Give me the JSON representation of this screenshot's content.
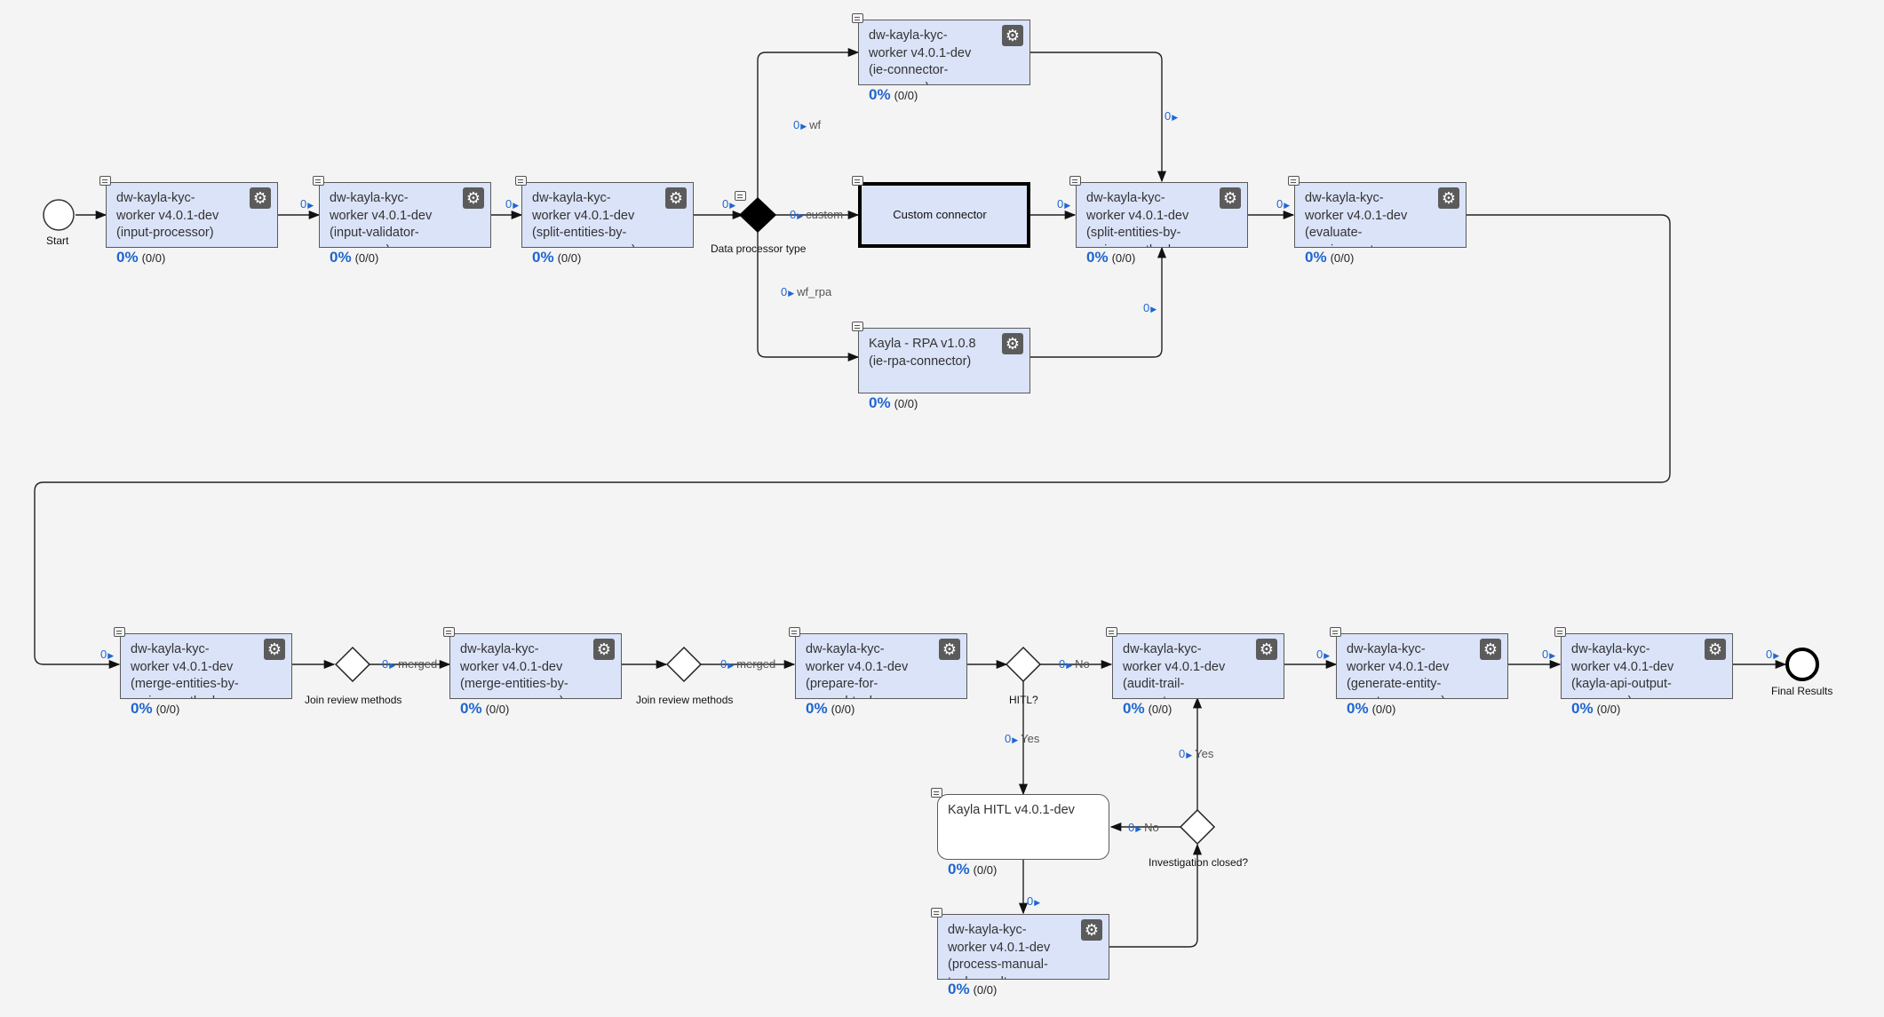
{
  "nodes": [
    {
      "id": "n1",
      "label": "dw-kayla-kyc-worker v4.0.1-dev (input-processor)",
      "pct": "0%",
      "count": "(0/0)",
      "gear": true
    },
    {
      "id": "n2",
      "label": "dw-kayla-kyc-worker v4.0.1-dev (input-validator-processor)",
      "pct": "0%",
      "count": "(0/0)",
      "gear": true
    },
    {
      "id": "n3",
      "label": "dw-kayla-kyc-worker v4.0.1-dev (split-entities-by-source-processor)",
      "pct": "0%",
      "count": "(0/0)",
      "gear": true
    },
    {
      "id": "n4",
      "label": "dw-kayla-kyc-worker v4.0.1-dev (ie-connector-processor)",
      "pct": "0%",
      "count": "(0/0)",
      "gear": true
    },
    {
      "id": "n5",
      "label": "Custom connector",
      "pct": "",
      "count": "",
      "gear": false
    },
    {
      "id": "n6",
      "label": "Kayla - RPA v1.0.8 (ie-rpa-connector)",
      "pct": "0%",
      "count": "(0/0)",
      "gear": true
    },
    {
      "id": "n7",
      "label": "dw-kayla-kyc-worker v4.0.1-dev (split-entities-by-review-method-processor)",
      "pct": "0%",
      "count": "(0/0)",
      "gear": true
    },
    {
      "id": "n8",
      "label": "dw-kayla-kyc-worker v4.0.1-dev (evaluate-requirements-processor)",
      "pct": "0%",
      "count": "(0/0)",
      "gear": true
    },
    {
      "id": "n9",
      "label": "dw-kayla-kyc-worker v4.0.1-dev (merge-entities-by-review-method-processor)",
      "pct": "0%",
      "count": "(0/0)",
      "gear": true
    },
    {
      "id": "n10",
      "label": "dw-kayla-kyc-worker v4.0.1-dev (merge-entities-by-source-processor)",
      "pct": "0%",
      "count": "(0/0)",
      "gear": true
    },
    {
      "id": "n11",
      "label": "dw-kayla-kyc-worker v4.0.1-dev (prepare-for-manual-task-processor)",
      "pct": "0%",
      "count": "(0/0)",
      "gear": true
    },
    {
      "id": "n12",
      "label": "dw-kayla-kyc-worker v4.0.1-dev (audit-trail-generator-processor)",
      "pct": "0%",
      "count": "(0/0)",
      "gear": true
    },
    {
      "id": "n13",
      "label": "dw-kayla-kyc-worker v4.0.1-dev (generate-entity-report-processor)",
      "pct": "0%",
      "count": "(0/0)",
      "gear": true
    },
    {
      "id": "n14",
      "label": "dw-kayla-kyc-worker v4.0.1-dev (kayla-api-output-processor)",
      "pct": "0%",
      "count": "(0/0)",
      "gear": true
    },
    {
      "id": "n15",
      "label": "Kayla HITL v4.0.1-dev",
      "pct": "0%",
      "count": "(0/0)",
      "gear": false
    },
    {
      "id": "n16",
      "label": "dw-kayla-kyc-worker v4.0.1-dev (process-manual-task-result-processor)",
      "pct": "0%",
      "count": "(0/0)",
      "gear": true
    }
  ],
  "events": [
    {
      "id": "start",
      "label": "Start"
    },
    {
      "id": "end",
      "label": "Final Results"
    }
  ],
  "gateways": [
    {
      "id": "g1",
      "label": "Data processor type",
      "filled": true
    },
    {
      "id": "g2",
      "label": "Join review methods",
      "filled": false
    },
    {
      "id": "g3",
      "label": "Join review methods",
      "filled": false
    },
    {
      "id": "g4",
      "label": "HITL?",
      "filled": false
    },
    {
      "id": "g5",
      "label": "Investigation closed?",
      "filled": false
    }
  ],
  "edge_labels": [
    {
      "id": "e-n1-n2",
      "count": "0",
      "text": ""
    },
    {
      "id": "e-n2-n3",
      "count": "0",
      "text": ""
    },
    {
      "id": "e-n3-g1",
      "count": "0",
      "text": ""
    },
    {
      "id": "e-g1-n4",
      "count": "0",
      "text": "wf"
    },
    {
      "id": "e-g1-n5",
      "count": "0",
      "text": "custom"
    },
    {
      "id": "e-g1-n6",
      "count": "0",
      "text": "wf_rpa"
    },
    {
      "id": "e-n4-n7",
      "count": "0",
      "text": ""
    },
    {
      "id": "e-n5-n7",
      "count": "0",
      "text": ""
    },
    {
      "id": "e-n6-n7",
      "count": "0",
      "text": ""
    },
    {
      "id": "e-n7-n8",
      "count": "0",
      "text": ""
    },
    {
      "id": "e-n8-n9",
      "count": "0",
      "text": ""
    },
    {
      "id": "e-g2-n10",
      "count": "0",
      "text": "merged"
    },
    {
      "id": "e-g3-n11",
      "count": "0",
      "text": "merged"
    },
    {
      "id": "e-g4-n12",
      "count": "0",
      "text": "No"
    },
    {
      "id": "e-g4-n15",
      "count": "0",
      "text": "Yes"
    },
    {
      "id": "e-g5-n12",
      "count": "0",
      "text": "Yes"
    },
    {
      "id": "e-g5-n15",
      "count": "0",
      "text": "No"
    },
    {
      "id": "e-n15-n16",
      "count": "0",
      "text": ""
    },
    {
      "id": "e-n12-n13",
      "count": "0",
      "text": ""
    },
    {
      "id": "e-n13-n14",
      "count": "0",
      "text": ""
    },
    {
      "id": "e-n14-end",
      "count": "0",
      "text": ""
    }
  ],
  "colors": {
    "task_fill": "#dae3f8",
    "percent": "#1f66d1",
    "canvas": "#f4f4f4"
  }
}
